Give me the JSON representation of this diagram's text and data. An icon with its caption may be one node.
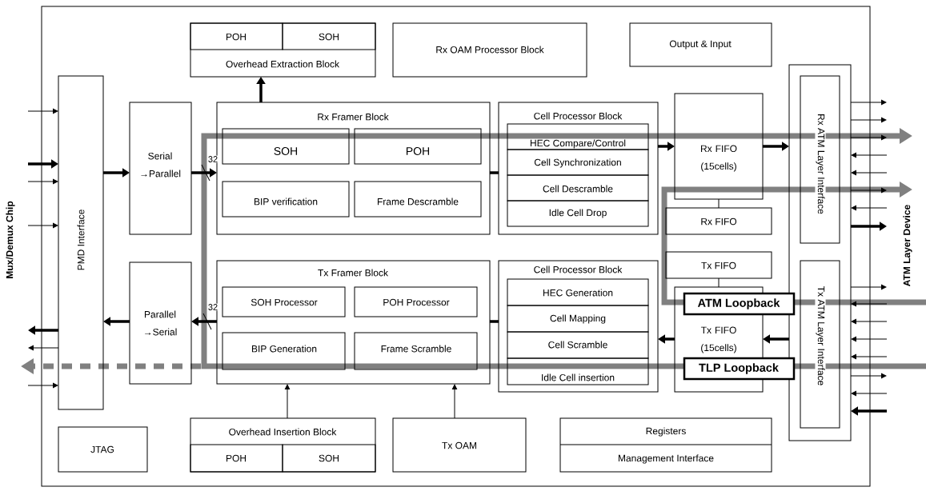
{
  "diagram": {
    "nodes": [
      {
        "text": [],
        "shape": "box"
      },
      {
        "text": [
          "Overhead Extraction Block"
        ],
        "in": 0
      },
      {
        "text": [
          "POH"
        ],
        "in": 1
      },
      {
        "text": [
          "SOH"
        ],
        "in": 1
      },
      {
        "text": [
          "Rx OAM Processor Block"
        ],
        "in": 0
      },
      {
        "text": [
          "Output & Input"
        ],
        "in": 0
      },
      {
        "text": [
          "PMD Interface"
        ],
        "in": 0
      },
      {
        "text": [
          "Serial →Parallel"
        ],
        "in": 0
      },
      {
        "text": [
          "Rx Framer Block"
        ],
        "in": 0
      },
      {
        "text": [
          "SOH"
        ],
        "in": 8
      },
      {
        "text": [
          "POH"
        ],
        "in": 8
      },
      {
        "text": [
          "BIP verification"
        ],
        "in": 8
      },
      {
        "text": [
          "Frame Descramble"
        ],
        "in": 8
      },
      {
        "text": [
          "Cell Processor Block"
        ],
        "in": 0
      },
      {
        "text": [
          "HEC Compare/Control"
        ],
        "in": 13
      },
      {
        "text": [
          "Cell Synchronization"
        ],
        "in": 13
      },
      {
        "text": [
          "Cell Descramble"
        ],
        "in": 13
      },
      {
        "text": [
          "Idle Cell Drop"
        ],
        "in": 13
      },
      {
        "text": [
          "Rx FIFO (15cells)"
        ],
        "in": 0
      },
      {
        "text": [
          "Rx FIFO"
        ],
        "in": 0
      },
      {
        "text": [],
        "shape": "box",
        "in": 0
      },
      {
        "text": [
          "Rx ATM Layer Interface"
        ],
        "in": 20
      },
      {
        "text": [
          "Tx ATM Layer Interface"
        ],
        "in": 20
      },
      {
        "text": [
          "Parallel →Serial"
        ],
        "in": 0
      },
      {
        "text": [
          "Tx Framer Block"
        ],
        "in": 0
      },
      {
        "text": [
          "SOH Processor"
        ],
        "in": 24
      },
      {
        "text": [
          "POH Processor"
        ],
        "in": 24
      },
      {
        "text": [
          "BIP Generation"
        ],
        "in": 24
      },
      {
        "text": [
          "Frame Scramble"
        ],
        "in": 24
      },
      {
        "text": [
          "Cell Processor Block"
        ],
        "in": 0
      },
      {
        "text": [
          "HEC Generation"
        ],
        "in": 29
      },
      {
        "text": [
          "Cell Mapping"
        ],
        "in": 29
      },
      {
        "text": [
          "Cell Scramble"
        ],
        "in": 29
      },
      {
        "text": [
          "Idle Cell insertion"
        ],
        "in": 29
      },
      {
        "text": [
          "Tx FIFO"
        ],
        "in": 0
      },
      {
        "text": [
          "Tx FIFO (15cells)"
        ],
        "in": 0
      },
      {
        "text": [
          "ATM Loopback"
        ],
        "in": 0
      },
      {
        "text": [
          "TLP Loopback"
        ],
        "in": 0
      },
      {
        "text": [
          "JTAG"
        ],
        "in": 0
      },
      {
        "text": [
          "Overhead Insertion Block"
        ],
        "in": 0
      },
      {
        "text": [
          "POH"
        ],
        "in": 39
      },
      {
        "text": [
          "SOH"
        ],
        "in": 39
      },
      {
        "text": [
          "Tx OAM"
        ],
        "in": 0
      },
      {
        "text": [
          "Registers",
          "Management Interface"
        ],
        "in": 0
      }
    ],
    "edges": [
      {
        "from": 8,
        "to": 1,
        "arrow": "to",
        "style": "thick"
      },
      {
        "from": 6,
        "to": 7,
        "arrow": "to",
        "style": "thick"
      },
      {
        "from": 7,
        "to": 8,
        "arrow": "to",
        "style": "thick",
        "label": "32"
      },
      {
        "from": 8,
        "to": 13,
        "arrow": "none",
        "style": "thick"
      },
      {
        "from": 13,
        "to": 18,
        "arrow": "to",
        "style": "thick"
      },
      {
        "from": 18,
        "to": 20,
        "arrow": "to",
        "style": "thick"
      },
      {
        "from": 18,
        "to": 19,
        "arrow": "none"
      },
      {
        "from": 20,
        "to": 35,
        "arrow": "to",
        "style": "thick"
      },
      {
        "from": 35,
        "to": 29,
        "arrow": "to",
        "style": "thick"
      },
      {
        "from": 29,
        "to": 24,
        "arrow": "none",
        "style": "thick"
      },
      {
        "from": 24,
        "to": 23,
        "arrow": "to",
        "style": "thick",
        "label": "32"
      },
      {
        "from": 23,
        "to": 6,
        "arrow": "to",
        "style": "thick"
      },
      {
        "from": 39,
        "to": 24,
        "arrow": "to"
      },
      {
        "from": 42,
        "to": 24,
        "arrow": "to"
      },
      {
        "from": 34,
        "to": 35,
        "arrow": "none"
      },
      {
        "from": null,
        "to": 6,
        "arrow": "to"
      },
      {
        "from": null,
        "to": 6,
        "arrow": "to",
        "style": "thick"
      },
      {
        "from": null,
        "to": 6,
        "arrow": "to"
      },
      {
        "from": null,
        "to": 6,
        "arrow": "to"
      },
      {
        "from": 6,
        "to": null,
        "arrow": "to",
        "style": "thick"
      },
      {
        "from": 6,
        "to": null,
        "arrow": "to"
      },
      {
        "from": null,
        "to": 6,
        "arrow": "to"
      },
      {
        "from": 20,
        "to": null,
        "arrow": "to"
      },
      {
        "from": 20,
        "to": null,
        "arrow": "to"
      },
      {
        "from": 20,
        "to": null,
        "arrow": "to"
      },
      {
        "from": null,
        "to": 20,
        "arrow": "to"
      },
      {
        "from": null,
        "to": 20,
        "arrow": "to"
      },
      {
        "from": 20,
        "to": null,
        "arrow": "to"
      },
      {
        "from": null,
        "to": 20,
        "arrow": "to"
      },
      {
        "from": 20,
        "to": null,
        "arrow": "to",
        "style": "thick"
      },
      {
        "from": 20,
        "to": null,
        "arrow": "to"
      },
      {
        "from": null,
        "to": 20,
        "arrow": "to"
      },
      {
        "from": null,
        "to": 20,
        "arrow": "to"
      },
      {
        "from": null,
        "to": 20,
        "arrow": "to"
      },
      {
        "from": null,
        "to": 20,
        "arrow": "to"
      },
      {
        "from": 20,
        "to": null,
        "arrow": "to"
      },
      {
        "from": null,
        "to": 20,
        "arrow": "to"
      },
      {
        "from": null,
        "to": 20,
        "arrow": "to",
        "style": "thick"
      }
    ],
    "labels": [
      "Mux/Demux Chip",
      "ATM Layer Device"
    ]
  }
}
